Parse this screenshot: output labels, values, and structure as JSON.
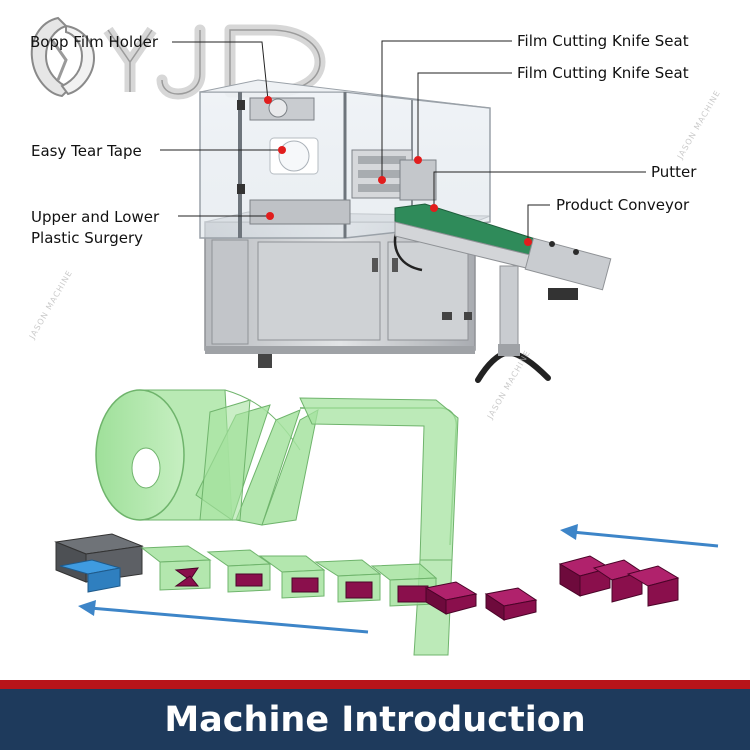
{
  "logo": {
    "text": "YJD"
  },
  "watermark": {
    "text": "JASON MACHINE"
  },
  "callouts": [
    {
      "id": "bopp",
      "text": "Bopp Film Holder"
    },
    {
      "id": "knife1",
      "text": "Film Cutting Knife Seat"
    },
    {
      "id": "knife2",
      "text": "Film Cutting Knife Seat"
    },
    {
      "id": "tape",
      "text": "Easy Tear Tape"
    },
    {
      "id": "putter",
      "text": "Putter"
    },
    {
      "id": "upper",
      "text": "Upper and Lower"
    },
    {
      "id": "upper2",
      "text": "Plastic Surgery"
    },
    {
      "id": "conveyor",
      "text": "Product Conveyor"
    }
  ],
  "footer": {
    "title": "Machine Introduction"
  },
  "colors": {
    "film": "#a6e3a0",
    "film_edge": "#6fb46c",
    "product": "#8a0f4c",
    "arrow": "#3d85c8",
    "footer_bg": "#1e3a5c",
    "footer_stripe": "#b8141a",
    "machine": "#c8cacd",
    "conveyor_belt": "#2f8b5a"
  }
}
